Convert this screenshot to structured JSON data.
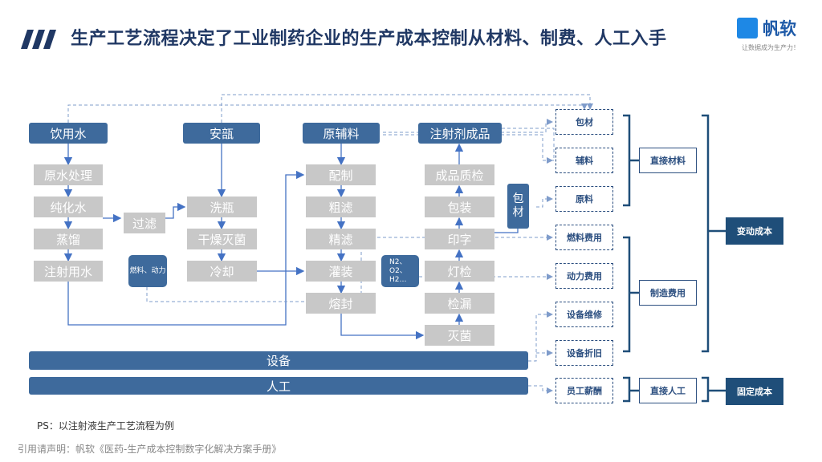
{
  "title": "生产工艺流程决定了工业制药企业的生产成本控制从材料、制费、人工入手",
  "logo": {
    "name": "帆软",
    "slogan": "让数据成为生产力！"
  },
  "headers": {
    "water": "饮用水",
    "ampoule": "安瓿",
    "raw": "原辅料",
    "product": "注射剂成品"
  },
  "water_steps": [
    "原水处理",
    "纯化水",
    "蒸馏",
    "注射用水"
  ],
  "filter": "过滤",
  "ampoule_steps": [
    "洗瓶",
    "干燥灭菌",
    "冷却"
  ],
  "raw_steps": [
    "配制",
    "粗滤",
    "精滤",
    "灌装",
    "熔封"
  ],
  "product_steps": [
    "成品质检",
    "包装",
    "印字",
    "灯检",
    "检漏",
    "灭菌"
  ],
  "packaging_material": "包材",
  "fuel_power": "燃料、动力",
  "gases": "N2、O2、H2…",
  "bars": {
    "equipment": "设备",
    "labor": "人工"
  },
  "cost_items": [
    "包材",
    "辅料",
    "原料",
    "燃料费用",
    "动力费用",
    "设备维修",
    "设备折旧",
    "员工薪酬"
  ],
  "cost_groups": {
    "direct_material": "直接材料",
    "manufacturing": "制造费用",
    "direct_labor": "直接人工"
  },
  "cost_types": {
    "variable": "变动成本",
    "fixed": "固定成本"
  },
  "note": "PS：以注射液生产工艺流程为例",
  "citation": "引用请声明：帆软《医药-生产成本控制数字化解决方案手册》"
}
